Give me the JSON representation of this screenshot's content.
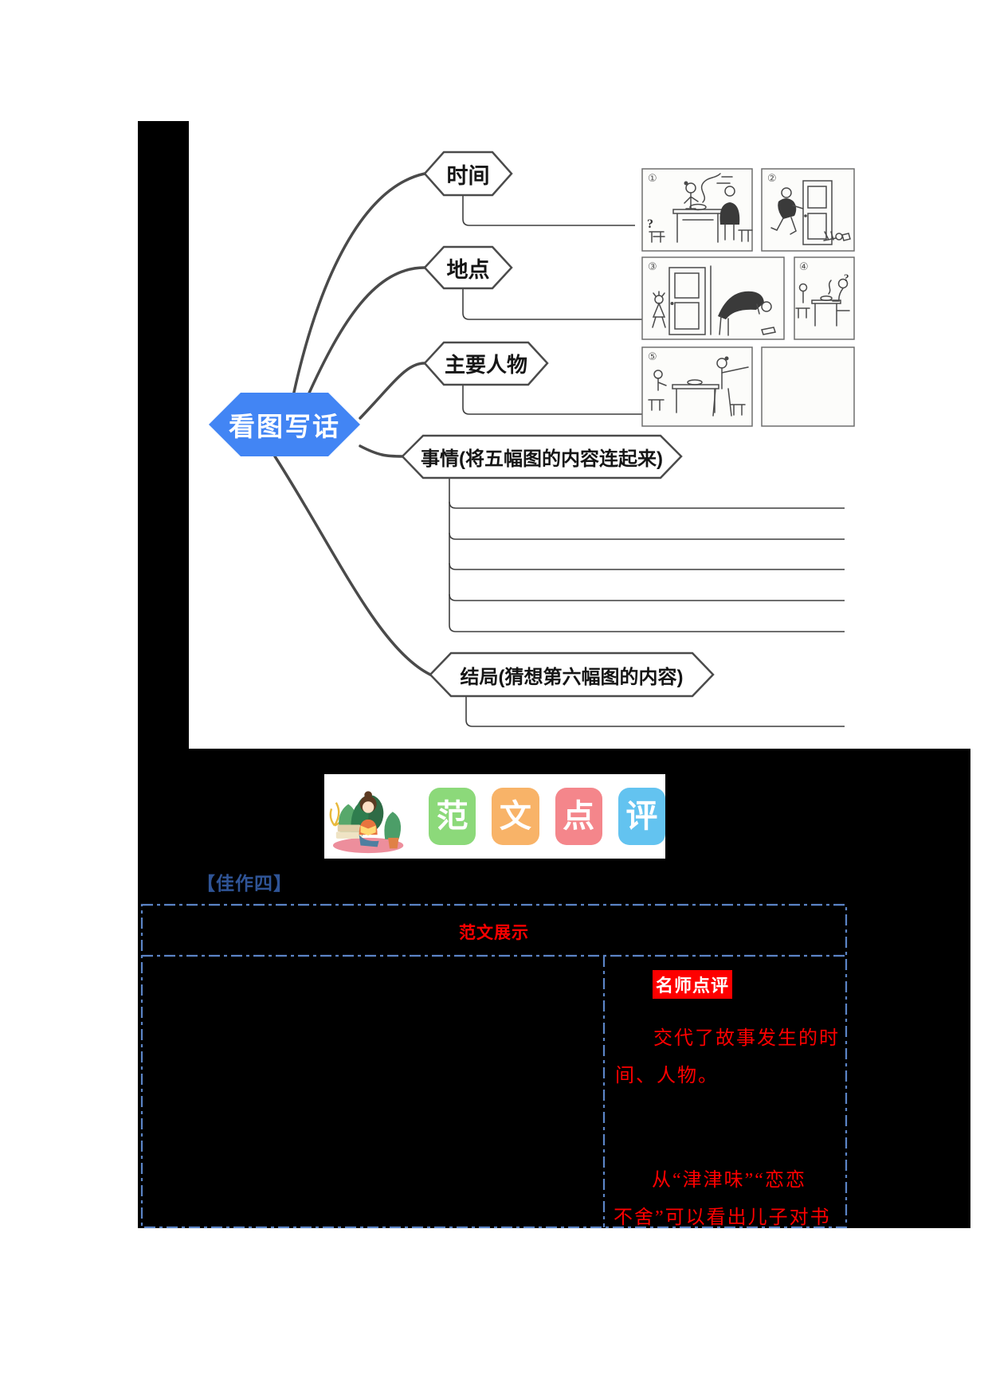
{
  "mindmap": {
    "root_label": "看图写话",
    "root_color": "#4285F4",
    "branches": [
      {
        "label": "时间"
      },
      {
        "label": "地点"
      },
      {
        "label": "主要人物"
      },
      {
        "label": "事情(将五幅图的内容连起来)"
      },
      {
        "label": "结局(猜想第六幅图的内容)"
      }
    ]
  },
  "comic": {
    "panel_numbers": [
      "①",
      "②",
      "③",
      "④",
      "⑤"
    ],
    "question_mark": "?"
  },
  "banner": {
    "tiles": [
      {
        "char": "范",
        "style": "background:#8CD97A"
      },
      {
        "char": "文",
        "style": "background:#F8B368"
      },
      {
        "char": "点",
        "style": "background:#F4868B"
      },
      {
        "char": "评",
        "style": "background:#63C3F0"
      }
    ]
  },
  "section_label": "【佳作四】",
  "essay_table": {
    "header": "范文展示",
    "comment_badge": "名师点评",
    "comment_lines": [
      "交代了故事发生的时",
      "间、人物。",
      "从“津津味”“恋恋",
      "不舍”可以看出儿子对书"
    ],
    "accent_red": "#FF0000",
    "border_blue": "#5B84C6"
  }
}
